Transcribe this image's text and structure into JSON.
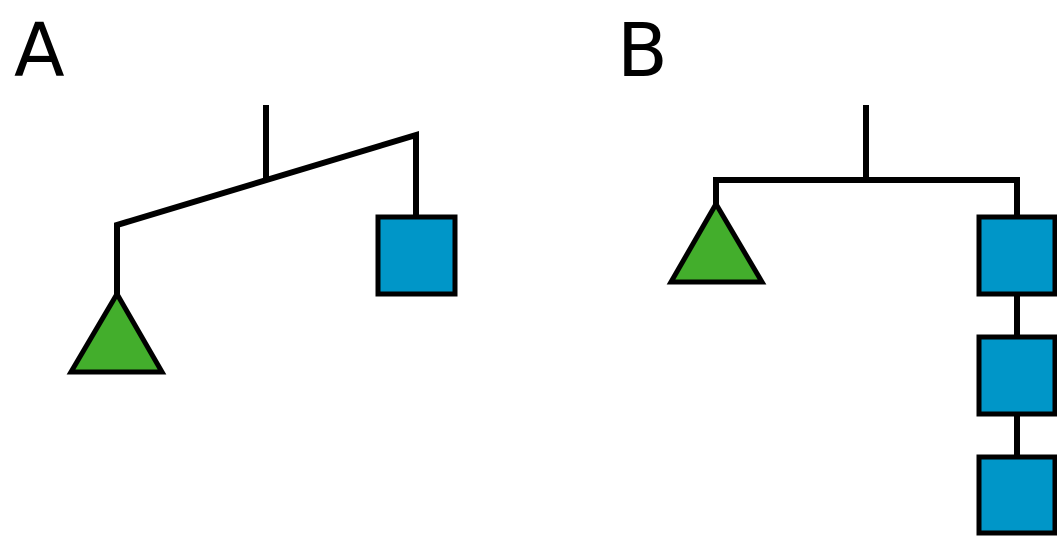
{
  "panels": [
    {
      "label": "A",
      "shapes": [
        {
          "kind": "triangle",
          "color_name": "green"
        },
        {
          "kind": "square",
          "color_name": "blue"
        }
      ]
    },
    {
      "label": "B",
      "shapes": [
        {
          "kind": "triangle",
          "color_name": "green"
        },
        {
          "kind": "square",
          "color_name": "blue"
        },
        {
          "kind": "square",
          "color_name": "blue"
        },
        {
          "kind": "square",
          "color_name": "blue"
        }
      ]
    }
  ],
  "colors": {
    "green": "#43ae2c",
    "blue": "#0096c8",
    "line": "#000000"
  }
}
